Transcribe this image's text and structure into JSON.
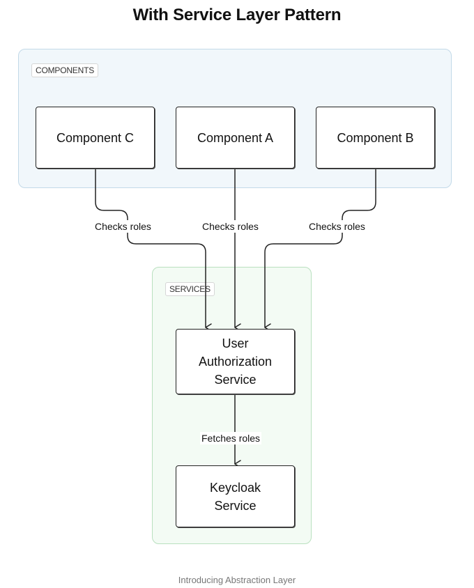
{
  "title": "With Service Layer Pattern",
  "caption": "Introducing Abstraction Layer",
  "groups": {
    "components": {
      "label": "COMPONENTS"
    },
    "services": {
      "label": "SERVICES"
    }
  },
  "nodes": {
    "component_c": "Component C",
    "component_a": "Component A",
    "component_b": "Component B",
    "user_auth_service": "User Authorization Service",
    "keycloak_service": "Keycloak Service"
  },
  "edges": {
    "c_to_auth": "Checks roles",
    "a_to_auth": "Checks roles",
    "b_to_auth": "Checks roles",
    "auth_to_keycloak": "Fetches roles"
  },
  "colors": {
    "components_fill": "#f1f7fb",
    "components_border": "#c2d9e8",
    "services_fill": "#f3fbf4",
    "services_border": "#b9e0bf",
    "line": "#222222"
  }
}
